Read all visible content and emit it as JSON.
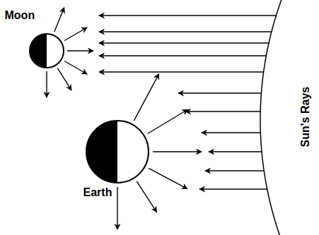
{
  "diagram": {
    "nodes": [
      {
        "text": [
          "Moon"
        ]
      },
      {
        "text": [
          "Earth"
        ]
      },
      {
        "text": [
          "Sun's Rays"
        ]
      }
    ]
  }
}
